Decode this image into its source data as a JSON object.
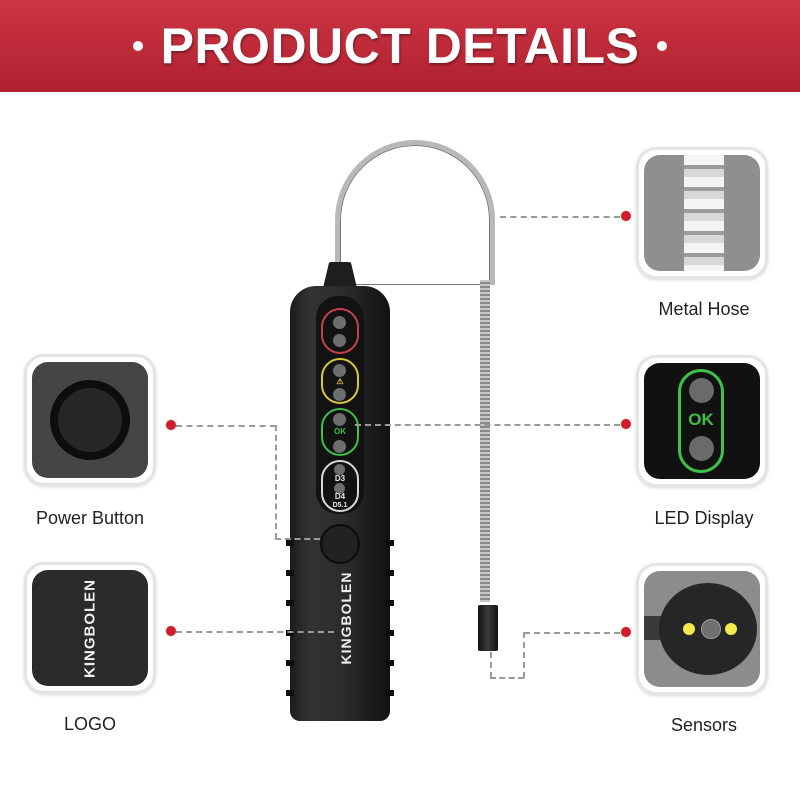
{
  "banner": {
    "title": "PRODUCT DETAILS"
  },
  "product": {
    "brand": "KINGBOLEN",
    "led_labels": [
      "OK",
      "D3",
      "D4",
      "D5.1"
    ],
    "colors": {
      "banner": "#c02a38",
      "marker": "#d01c2c",
      "ok_green": "#3ec04a",
      "warn_yellow": "#d8c63a",
      "alarm_red": "#c8414a"
    }
  },
  "callouts": [
    {
      "id": "metal-hose",
      "label": "Metal Hose"
    },
    {
      "id": "power-button",
      "label": "Power Button"
    },
    {
      "id": "led-display",
      "label": "LED Display",
      "badge": "OK"
    },
    {
      "id": "logo",
      "label": "LOGO",
      "brand": "KINGBOLEN"
    },
    {
      "id": "sensors",
      "label": "Sensors"
    }
  ]
}
